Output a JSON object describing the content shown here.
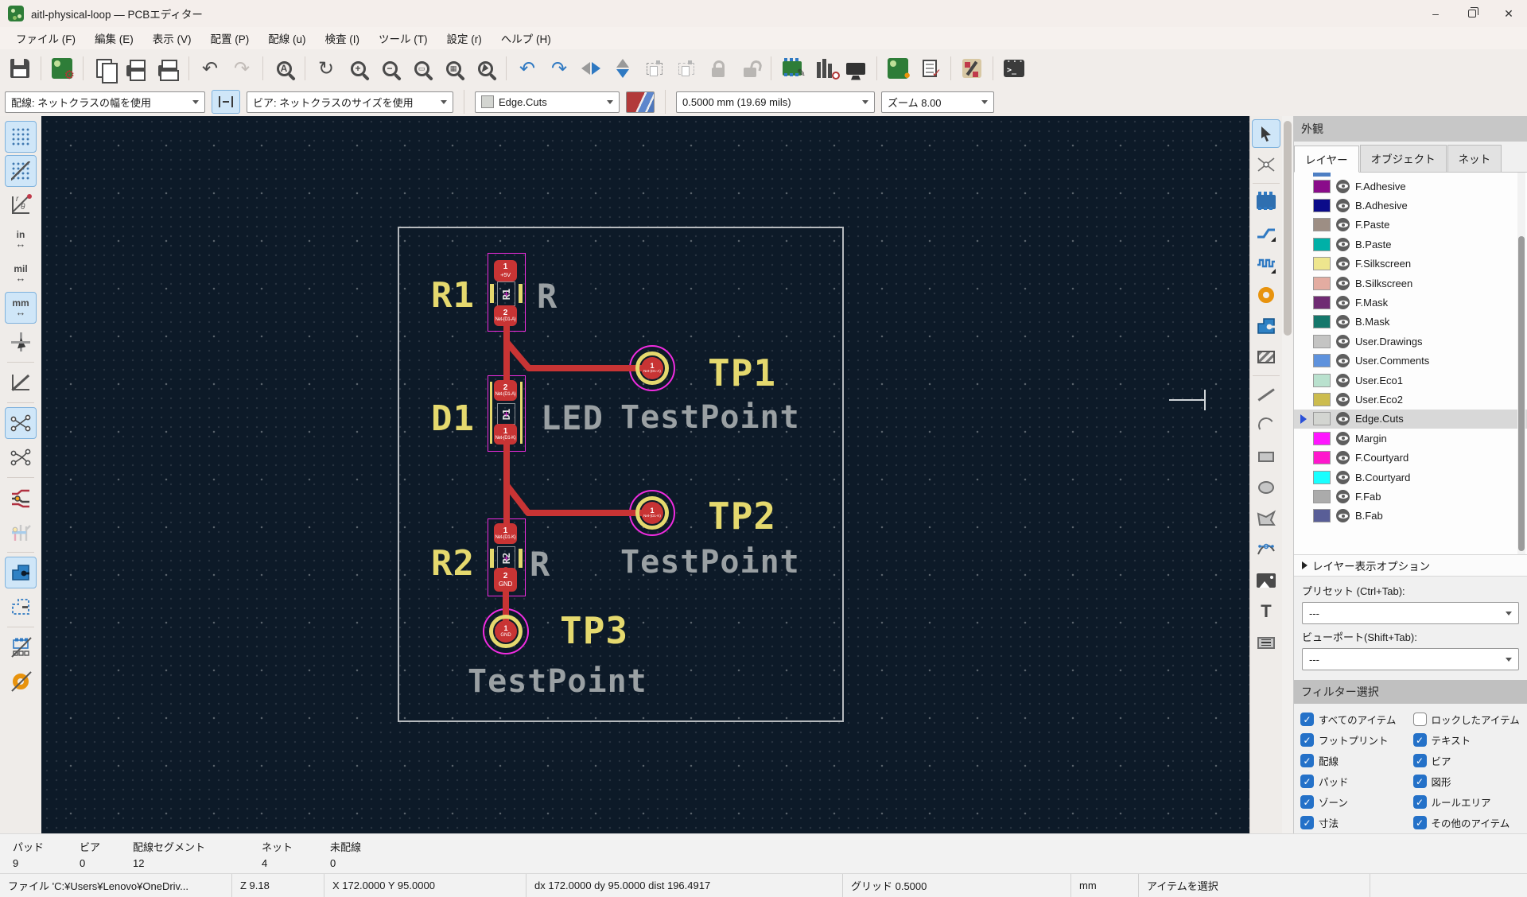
{
  "titlebar": {
    "title": "aitl-physical-loop — PCBエディター",
    "minimize": "–",
    "close": "✕"
  },
  "menubar": {
    "items": [
      "ファイル (F)",
      "編集 (E)",
      "表示 (V)",
      "配置 (P)",
      "配線 (u)",
      "検査 (I)",
      "ツール (T)",
      "設定 (r)",
      "ヘルプ (H)"
    ]
  },
  "glyphs": {
    "undo": "↶",
    "redo": "↷",
    "refresh": "↻",
    "zoom_in": "+",
    "zoom_out": "−",
    "zoom_fit": "▭",
    "zoom_objects": "▦",
    "find": "A",
    "gear": "⚙",
    "pencil": "✎",
    "check": "✓",
    "cross": "✕",
    "console_prompt": ">_",
    "text_tool": "T",
    "plus": "+"
  },
  "toolbar2": {
    "track_width": "配線: ネットクラスの幅を使用",
    "via_size": "ビア: ネットクラスのサイズを使用",
    "layer_name": "Edge.Cuts",
    "width_value": "0.5000 mm (19.69 mils)",
    "zoom_value": "ズーム 8.00"
  },
  "appearance": {
    "title": "外観",
    "tabs": [
      "レイヤー",
      "オブジェクト",
      "ネット"
    ],
    "layers": [
      {
        "label": "F.Adhesive",
        "color": "#8a0c8a"
      },
      {
        "label": "B.Adhesive",
        "color": "#0b0b8a"
      },
      {
        "label": "F.Paste",
        "color": "#9d8e84"
      },
      {
        "label": "B.Paste",
        "color": "#00b0a7"
      },
      {
        "label": "F.Silkscreen",
        "color": "#eee68e"
      },
      {
        "label": "B.Silkscreen",
        "color": "#e3aca1"
      },
      {
        "label": "F.Mask",
        "color": "#6f2b73"
      },
      {
        "label": "B.Mask",
        "color": "#15776b"
      },
      {
        "label": "User.Drawings",
        "color": "#c4c4c3"
      },
      {
        "label": "User.Comments",
        "color": "#5e92dd"
      },
      {
        "label": "User.Eco1",
        "color": "#b9e1ce"
      },
      {
        "label": "User.Eco2",
        "color": "#ccbc4e"
      },
      {
        "label": "Edge.Cuts",
        "color": "#d3d5d1",
        "selected": true
      },
      {
        "label": "Margin",
        "color": "#ff15ff"
      },
      {
        "label": "F.Courtyard",
        "color": "#ff17cd"
      },
      {
        "label": "B.Courtyard",
        "color": "#19ffff"
      },
      {
        "label": "F.Fab",
        "color": "#ababab"
      },
      {
        "label": "B.Fab",
        "color": "#595e97"
      }
    ],
    "layer_options": "レイヤー表示オプション",
    "preset_label": "プリセット (Ctrl+Tab):",
    "preset_value": "---",
    "viewport_label": "ビューポート(Shift+Tab):",
    "viewport_value": "---"
  },
  "filter": {
    "title": "フィルター選択",
    "items": [
      {
        "label": "すべてのアイテム",
        "checked": true
      },
      {
        "label": "ロックしたアイテム",
        "checked": false
      },
      {
        "label": "フットプリント",
        "checked": true
      },
      {
        "label": "テキスト",
        "checked": true
      },
      {
        "label": "配線",
        "checked": true
      },
      {
        "label": "ビア",
        "checked": true
      },
      {
        "label": "パッド",
        "checked": true
      },
      {
        "label": "図形",
        "checked": true
      },
      {
        "label": "ゾーン",
        "checked": true
      },
      {
        "label": "ルールエリア",
        "checked": true
      },
      {
        "label": "寸法",
        "checked": true
      },
      {
        "label": "その他のアイテム",
        "checked": true
      }
    ]
  },
  "board": {
    "r1": {
      "ref": "R1",
      "value": "R",
      "pads": [
        {
          "num": "1",
          "net": "+5V"
        },
        {
          "num": "2",
          "net": "Net-(D1-A)"
        }
      ]
    },
    "d1": {
      "ref": "D1",
      "value": "LED",
      "pads": [
        {
          "num": "2",
          "net": "Net-(D1-A)"
        },
        {
          "num": "1",
          "net": "Net-(D1-K)"
        }
      ]
    },
    "r2": {
      "ref": "R2",
      "value": "R",
      "pads": [
        {
          "num": "1",
          "net": "Net-(D1-K)"
        },
        {
          "num": "2",
          "net": "GND"
        }
      ]
    },
    "tp1": {
      "ref": "TP1",
      "value": "TestPoint",
      "pad": {
        "num": "1",
        "net": "Net-(D1-A)"
      }
    },
    "tp2": {
      "ref": "TP2",
      "value": "TestPoint",
      "pad": {
        "num": "1",
        "net": "Net-(D1-K)"
      }
    },
    "tp3": {
      "ref": "TP3",
      "value": "TestPoint",
      "pad": {
        "num": "1",
        "net": "GND"
      }
    }
  },
  "status": {
    "counts": [
      {
        "label": "パッド",
        "value": "9"
      },
      {
        "label": "ビア",
        "value": "0"
      },
      {
        "label": "配線セグメント",
        "value": "12"
      },
      {
        "label": "ネット",
        "value": "4"
      },
      {
        "label": "未配線",
        "value": "0"
      }
    ],
    "file": "ファイル 'C:¥Users¥Lenovo¥OneDriv...",
    "zoom": "Z 9.18",
    "pos": "X 172.0000 Y 95.0000",
    "delta": "dx 172.0000 dy 95.0000 dist 196.4917",
    "grid": "グリッド 0.5000",
    "units": "mm",
    "hint": "アイテムを選択"
  },
  "colors": {
    "pad_copper": "#c83434",
    "courtyard": "#f02ce0",
    "silkscreen": "#e5d96e",
    "fab_text": "#9aa0a3",
    "canvas_bg": "#0d1a28",
    "board_outline": "#b5b9bd",
    "active_toggle": "#cfe6f8"
  }
}
